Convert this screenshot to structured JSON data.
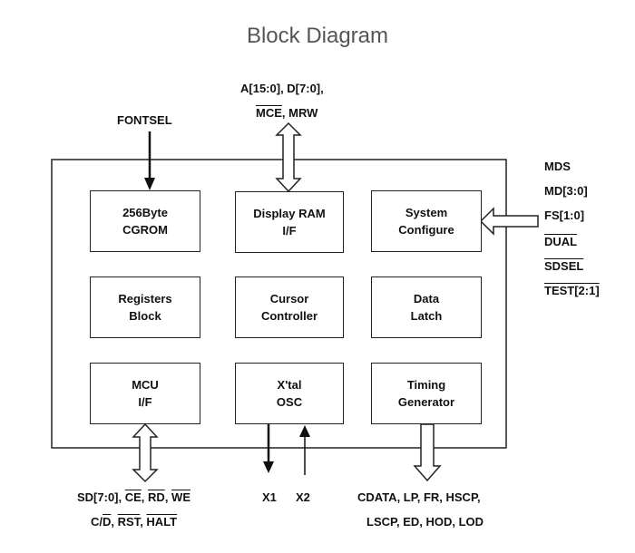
{
  "title": "Block Diagram",
  "blocks": [
    {
      "line1": "256Byte",
      "line2": "CGROM"
    },
    {
      "line1": "Display RAM",
      "line2": "I/F"
    },
    {
      "line1": "System",
      "line2": "Configure"
    },
    {
      "line1": "Registers",
      "line2": "Block"
    },
    {
      "line1": "Cursor",
      "line2": "Controller"
    },
    {
      "line1": "Data",
      "line2": "Latch"
    },
    {
      "line1": "MCU",
      "line2": "I/F"
    },
    {
      "line1": "X'tal",
      "line2": "OSC"
    },
    {
      "line1": "Timing",
      "line2": "Generator"
    }
  ],
  "signals": {
    "fontsel": "FONTSEL",
    "top_bus": {
      "line1": "A[15:0], D[7:0],",
      "mce": "MCE",
      "mrw": ", MRW"
    },
    "config": {
      "mds": "MDS",
      "md": "MD[3:0]",
      "fs": "FS[1:0]",
      "dual": "DUAL",
      "sdsel": "SDSEL",
      "test": "TEST[2:1]"
    },
    "mcu_bus": {
      "sd": "SD[7:0], ",
      "ce": "CE",
      "sep1": ", ",
      "rd": "RD",
      "sep2": ", ",
      "we": "WE",
      "c": "C/",
      "d": "D",
      "sep3": ", ",
      "rst": "RST",
      "sep4": ", ",
      "halt": "HALT"
    },
    "x1": "X1",
    "x2": "X2",
    "lcd": {
      "line1": "CDATA, LP, FR, HSCP,",
      "line2": "LSCP, ED, HOD, LOD"
    }
  }
}
